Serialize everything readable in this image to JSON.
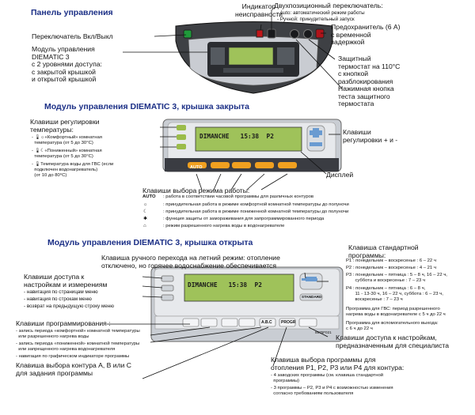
{
  "s1": {
    "title": "Панель управления",
    "indicator": "Индикатор\nнеисправности",
    "switch2_title": "Двухпозиционный переключатель:",
    "switch2_auto": "- Auto: автоматический режим работы",
    "switch2_manual": "- Ручной: принудительный запуск",
    "onoff": "Переключатель Вкл/Выкл",
    "fuse": "Предохранитель (6 А)\nс временной\nзадержкой",
    "module": "Модуль управления\nDIEMATIC 3\nс 2 уровнями доступа:\nс закрытой крышкой\nи открытой крышкой",
    "thermostat": "Защитный\nтермостат на 110°C\nс кнопкой\nразблокирования",
    "testbtn": "Нажимная кнопка\nтеста защитного\nтермостата"
  },
  "s2": {
    "title": "Модуль управления DIEMATIC 3, крышка закрыта",
    "keys_title": "Клавиши регулировки\nтемпературы:",
    "k1": "- 🌡☼«Комфортный» комнатная\n  температура (от 5 до 30°C)",
    "k2": "- 🌡☾«Пониженный» комнатная\n  температура (от 5 до 30°C)",
    "k3": "- 🌡Температура воды для ГВС (если\n  подключен водонагреватель)\n  (от 10 до 80°C)",
    "lcd_text": "DIMANCHE   15:38  P2",
    "reg_keys": "Клавиши\nрегулировки + и -",
    "display": "Дисплей",
    "mode_title": "Клавиши выбора режима работы:",
    "mode_auto_key": "AUTO",
    "mode_auto": ": работа в соответствии часовой программы для различных контуров",
    "mode_sun": ": принудительная работа в режиме комфортной комнатной температуры до полуночи",
    "mode_moon": ": принудительная работа в режиме пониженной комнатной температуры до полуночи",
    "mode_frost": ": функция защиты от замораживания для запрограммированного периода",
    "mode_dhw": ": режим разрешенного нагрева воды в водонагревателе",
    "btn_auto": "AUTO"
  },
  "s3": {
    "title": "Модуль управления DIEMATIC 3, крышка открыта",
    "summer": "Клавиша ручного перехода на летний режим: отопление\nотключено, но горячее водоснабжение обеспечивается",
    "access_title": "Клавиши доступа к\nнастройкам и измерениям",
    "a1": "- навигация по страницам меню",
    "a2": "- навигация по строкам меню",
    "a3": "- возврат на предыдущую строку меню",
    "std_title": "Клавиша стандартной\nпрограммы:",
    "p1": "P1 : понедельник – воскресенье : 6 – 22 ч",
    "p2": "P2 : понедельник – воскресенье : 4 – 21 ч",
    "p3": "P3 : понедельник – пятница : 5 – 8 ч, 16 – 22 ч,\n       суббота и воскресенье : 7 – 23 ч",
    "p4": "P4 : понедельник – пятница : 6 – 8 ч,\n       11 - 13-30 ч, 16 – 22 ч, суббота : 6 – 23 ч,\n       воскресенье : 7 – 23 ч",
    "dhw": "Программа для ГВС: период разрешенного\nнагрева воды в водонагревателе с 5 ч до 22 ч",
    "aux": "Программа для вспомогательного выхода:\nс 6 ч до 22 ч",
    "prog_title": "Клавиши программирования :",
    "pr1": "- запись периода «комфортной» комнатной температуры\n  или разрешенного нагрева воды",
    "pr2": "- запись периода «пониженной» комнатной температуры\n  или запрещенного нагрева водонагревателя",
    "pr3": "- навигация по графическом индикаторе программы",
    "circuit": "Клавиша выбора контура A, B или C\nдля задания программы",
    "settings": "Клавиши доступа к настройкам,\nпредназначенным для специалиста",
    "progsel_title": "Клавиша выбора программы для\nотопления P1, P2, P3 или P4 для контура:",
    "ps1": "- 4 заводских программы (см. клавиша стандартной\n  программы)",
    "ps2": "- 3 программы – P2, P3 и P4 с возможностью изменения\n  согласно требованиям пользователя",
    "standard": "STANDARD",
    "abc": "A.B.C",
    "progr": "PROGR",
    "code": "8575F021",
    "lcd_text": "DIMANCHE   15:38  P2"
  }
}
